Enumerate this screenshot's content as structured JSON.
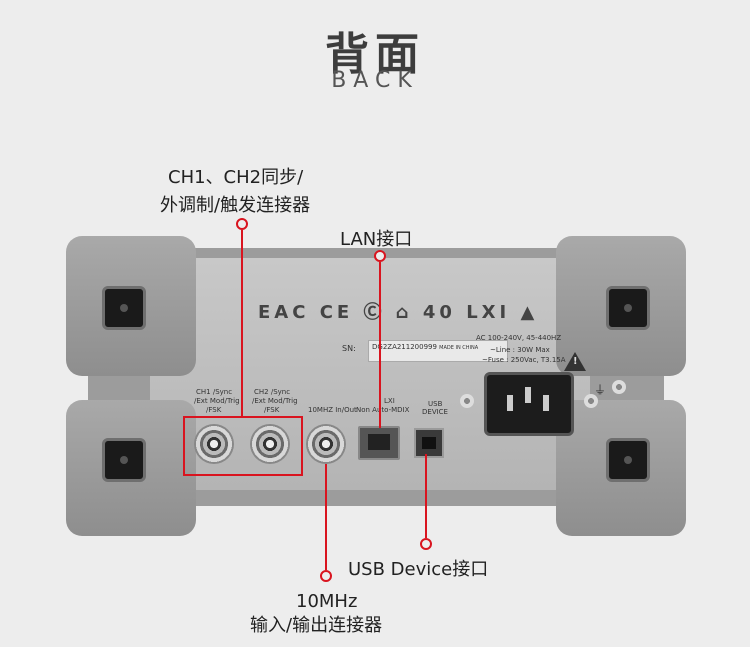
{
  "header": {
    "title_cn": "背面",
    "title_en": "BACK"
  },
  "callouts": {
    "ch": {
      "line1": "CH1、CH2同步/",
      "line2": "外调制/触发连接器"
    },
    "lan": "LAN接口",
    "usb": "USB Device接口",
    "ref": {
      "line1": "10MHz",
      "line2": "输入/输出连接器"
    }
  },
  "panel": {
    "cert_marks": "EAC CE Ⓒ ⌂ 40 LXI ▲",
    "sn_prefix": "SN:",
    "sn": "DG2ZA211200999",
    "made_in": "MADE IN CHINA",
    "power_spec1": "AC  100-240V, 45-440HZ",
    "power_spec2": "~Line : 30W Max",
    "power_spec3": "~Fuse : 250Vac, T3.15A",
    "ch1_label1": "CH1 /Sync",
    "ch1_label2": "/Ext Mod/Trig",
    "ch1_label3": "/FSK",
    "ch2_label1": "CH2 /Sync",
    "ch2_label2": "/Ext Mod/Trig",
    "ch2_label3": "/FSK",
    "ref_label": "10MHZ  In/Out",
    "lan_label1": "LXI",
    "lan_label2": "Non  Auto-MDIX",
    "usb_label1": "USB",
    "usb_label2": "DEVICE"
  },
  "colors": {
    "accent": "#d9141f",
    "background": "#ededed"
  }
}
